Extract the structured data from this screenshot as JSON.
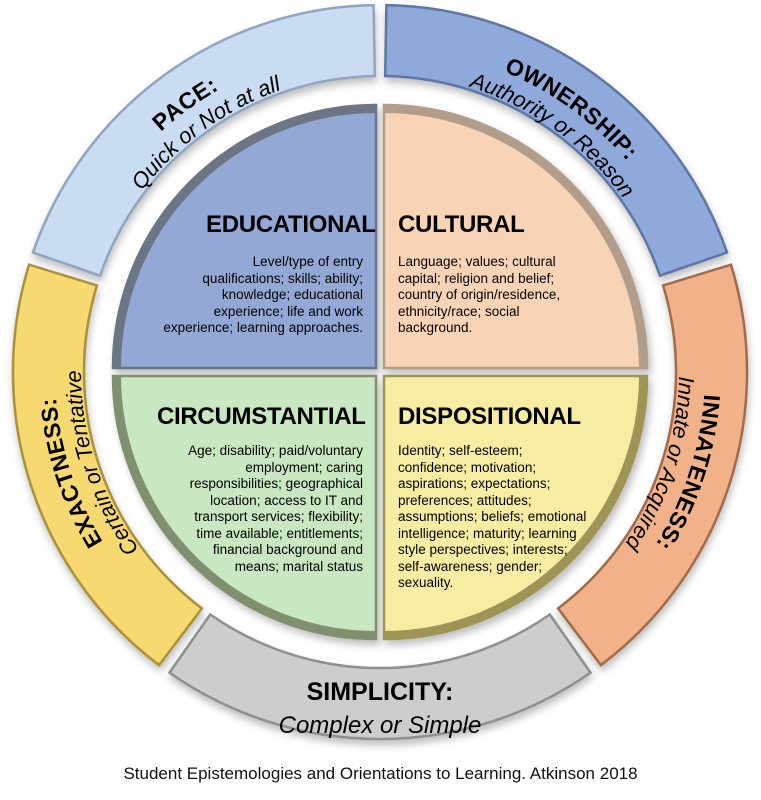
{
  "caption": "Student Epistemologies and Orientations to Learning. Atkinson 2018",
  "ring_segments": [
    {
      "id": "pace",
      "title": "PACE:",
      "subtitle": "Quick or Not at all",
      "fill": "#cadcf1",
      "edge": "#8fa5c0"
    },
    {
      "id": "ownership",
      "title": "OWNERSHIP:",
      "subtitle": "Authority or Reason",
      "fill": "#8ea9da",
      "edge": "#5d76a6"
    },
    {
      "id": "innateness",
      "title": "INNATENESS:",
      "subtitle": "Innate or Acquired",
      "fill": "#f1b289",
      "edge": "#a26b49"
    },
    {
      "id": "simplicity",
      "title": "SIMPLICITY:",
      "subtitle": "Complex or Simple",
      "fill": "#cdcdcd",
      "edge": "#8f8f8f"
    },
    {
      "id": "exactness",
      "title": "EXACTNESS:",
      "subtitle": "Certain or Tentative",
      "fill": "#f6d970",
      "edge": "#ab923a"
    }
  ],
  "quadrants": [
    {
      "id": "educational",
      "title": "EDUCATIONAL",
      "body": "Level/type of entry\nqualifications; skills; ability;\nknowledge; educational\nexperience; life and work\nexperience; learning approaches.",
      "fill": "#94a8d5",
      "rim": "#6b7585"
    },
    {
      "id": "cultural",
      "title": "CULTURAL",
      "body": "Language; values; cultural\ncapital; religion and belief;\ncountry of origin/residence,\nethnicity/race; social\nbackground.",
      "fill": "#f8d3b5",
      "rim": "#b29d8a"
    },
    {
      "id": "circumstantial",
      "title": "CIRCUMSTANTIAL",
      "body": "Age; disability; paid/voluntary\nemployment; caring\nresponsibilities; geographical\nlocation; access to IT and\ntransport services; flexibility;\ntime available; entitlements;\nfinancial background and\nmeans; marital status",
      "fill": "#c9e7c0",
      "rim": "#7f8f6f"
    },
    {
      "id": "dispositional",
      "title": "DISPOSITIONAL",
      "body": "Identity; self-esteem;\nconfidence; motivation;\naspirations; expectations;\npreferences; attitudes;\nassumptions; beliefs; emotional\nintelligence; maturity; learning\nstyle perspectives; interests;\nself-awareness; gender;\nsexuality.",
      "fill": "#f6eda3",
      "rim": "#9d9455"
    }
  ]
}
